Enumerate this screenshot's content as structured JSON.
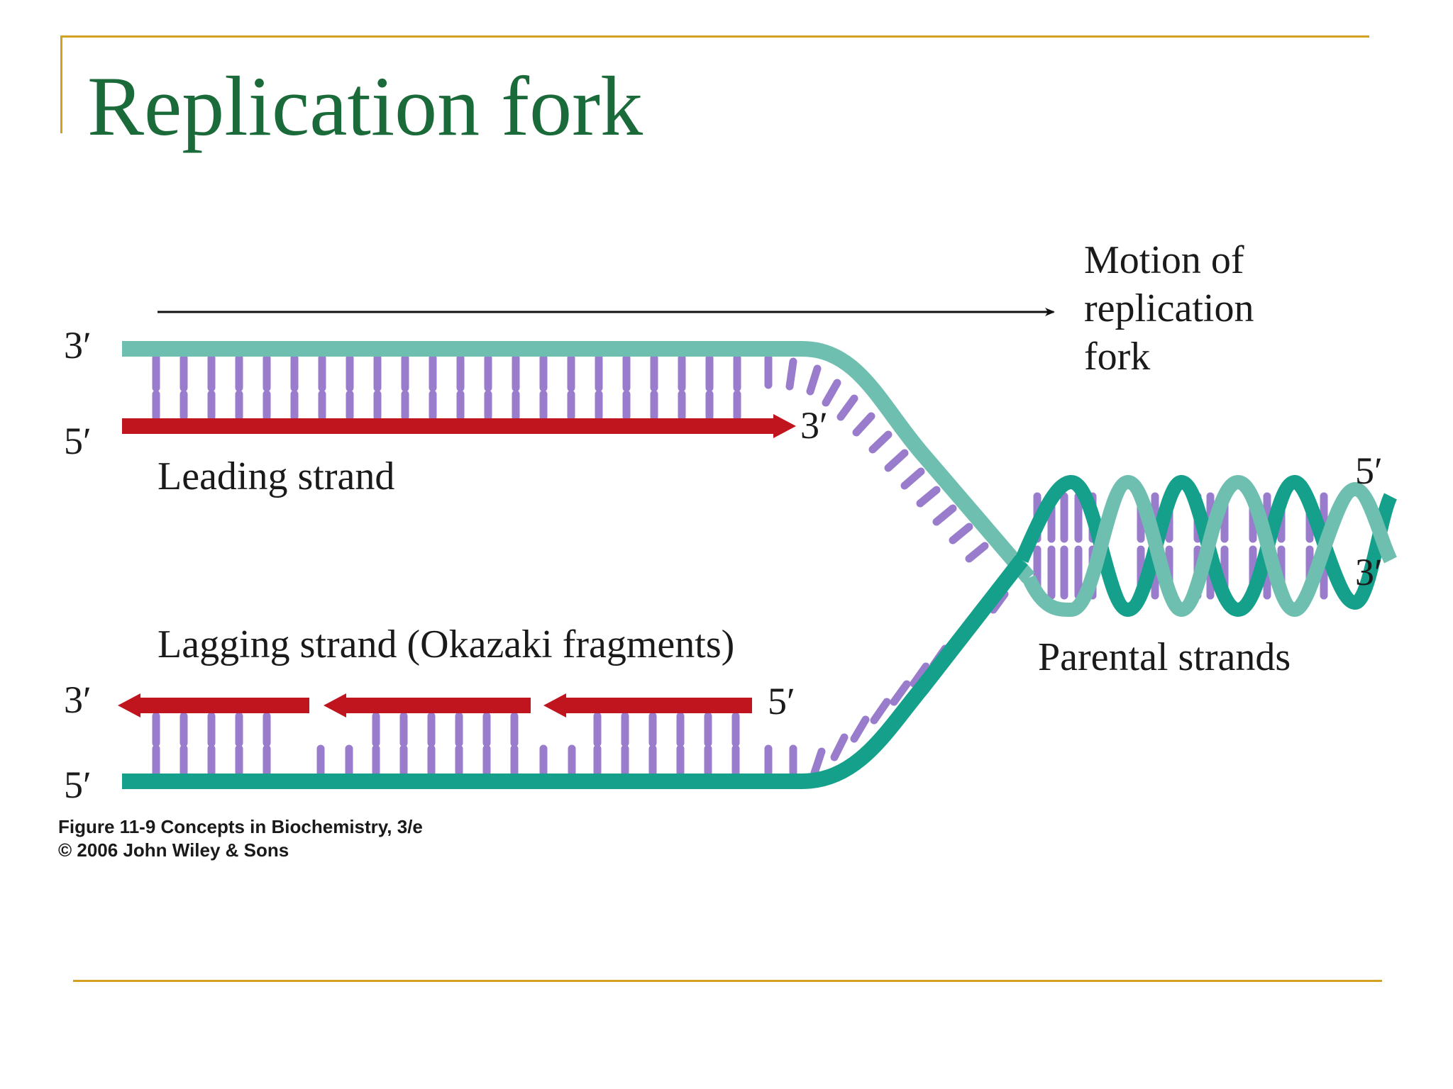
{
  "slide": {
    "title": "Replication fork"
  },
  "diagram": {
    "motion_label": [
      "Motion of",
      "replication",
      "fork"
    ],
    "leading_label": "Leading strand",
    "lagging_label": "Lagging strand (Okazaki fragments)",
    "parental_label": "Parental strands",
    "ends": {
      "top_template_left": "3′",
      "leading_left": "5′",
      "leading_tip": "3′",
      "lagging_left": "3′",
      "bottom_template_left": "5′",
      "lagging_fragment_5": "5′",
      "helix_top": "5′",
      "helix_bottom": "3′"
    },
    "caption_line1": "Figure 11-9  Concepts in Biochemistry, 3/e",
    "caption_line2": "© 2006 John Wiley & Sons",
    "colors": {
      "template_light": "#6fbfb0",
      "template_dark": "#14a08a",
      "new_strand": "#c0151f",
      "base": "#9a7ccd",
      "arrow": "#111111",
      "title": "#1b6b3a",
      "rules": "#d4a020"
    }
  }
}
